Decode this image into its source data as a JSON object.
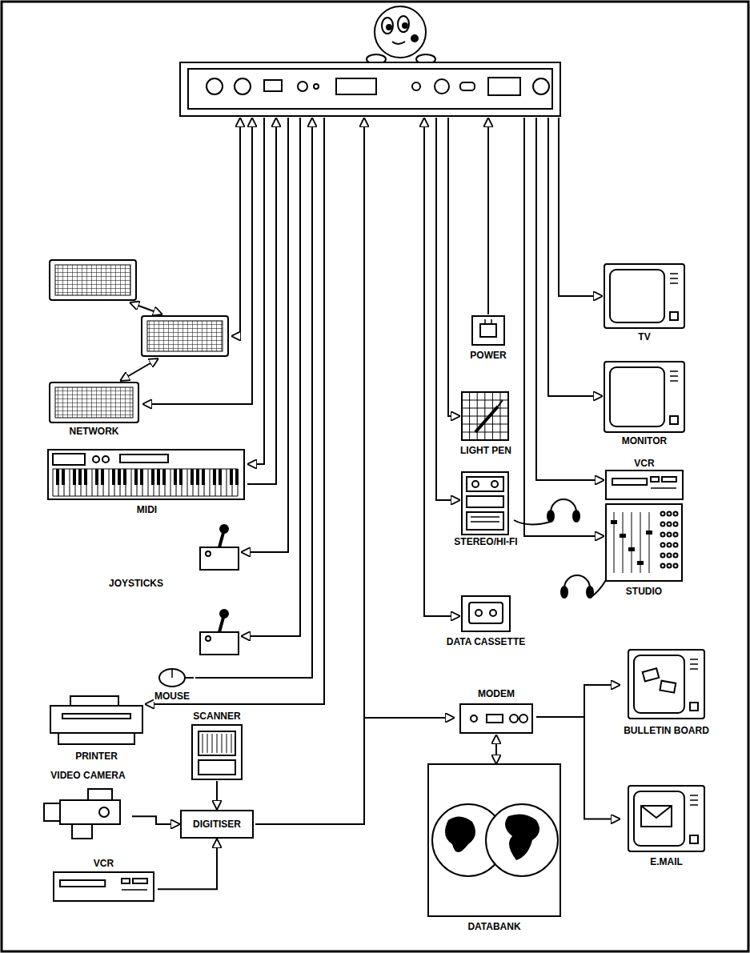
{
  "diagram": {
    "nodes": [
      {
        "text": [
          "NETWORK"
        ]
      },
      {
        "text": [
          "MIDI"
        ]
      },
      {
        "text": [
          "JOYSTICKS"
        ]
      },
      {
        "text": [
          "MOUSE"
        ]
      },
      {
        "text": [
          "PRINTER"
        ]
      },
      {
        "text": [
          "SCANNER"
        ]
      },
      {
        "text": [
          "VIDEO CAMERA"
        ]
      },
      {
        "text": [
          "DIGITISER"
        ]
      },
      {
        "text": [
          "VCR"
        ]
      },
      {
        "text": [
          "POWER"
        ]
      },
      {
        "text": [
          "TV"
        ]
      },
      {
        "text": [
          "MONITOR"
        ]
      },
      {
        "text": [
          "VCR"
        ]
      },
      {
        "text": [
          "STUDIO"
        ]
      },
      {
        "text": [
          "LIGHT PEN"
        ]
      },
      {
        "text": [
          "STEREO/HI-FI"
        ]
      },
      {
        "text": [
          "DATA CASSETTE"
        ]
      },
      {
        "text": [
          "MODEM"
        ]
      },
      {
        "text": [
          "BULLETIN BOARD"
        ]
      },
      {
        "text": [
          "E.MAIL"
        ]
      },
      {
        "text": [
          "DATABANK"
        ]
      }
    ],
    "edges": [
      {
        "from": 5,
        "to": 7,
        "arrow": "to"
      },
      {
        "from": 6,
        "to": 7,
        "arrow": "to"
      },
      {
        "from": 8,
        "to": 7,
        "arrow": "to"
      },
      {
        "from": 17,
        "to": 20,
        "arrow": "both"
      },
      {
        "from": 17,
        "to": 18,
        "arrow": "to"
      },
      {
        "from": 17,
        "to": 19,
        "arrow": "to"
      }
    ]
  }
}
